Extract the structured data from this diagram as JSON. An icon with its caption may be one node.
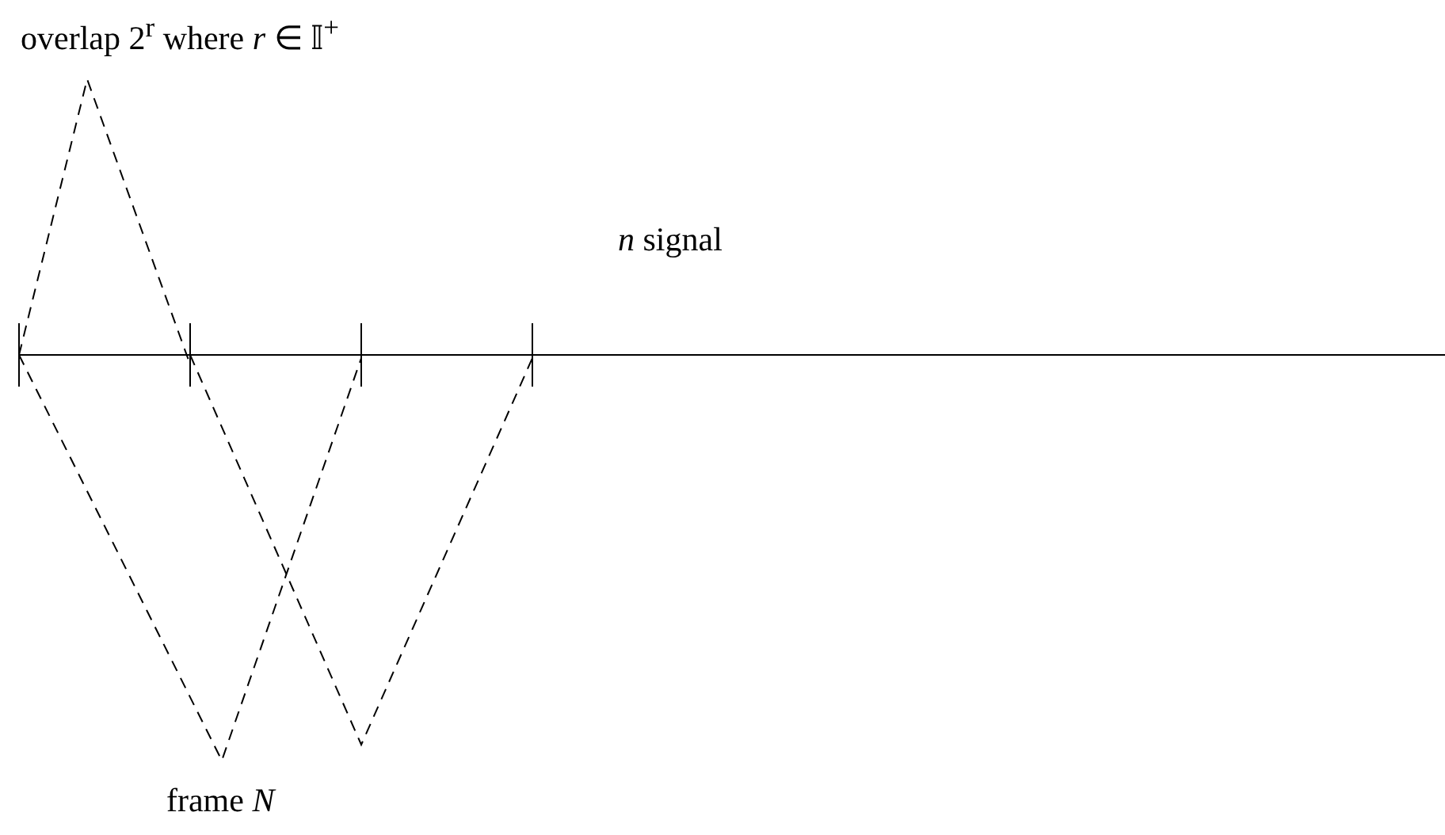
{
  "diagram": {
    "labels": [
      "overlap 2$^{r}$ where *r* ∈ 𝕀$^{+}$",
      "*n* signal",
      "frame *N*"
    ]
  }
}
